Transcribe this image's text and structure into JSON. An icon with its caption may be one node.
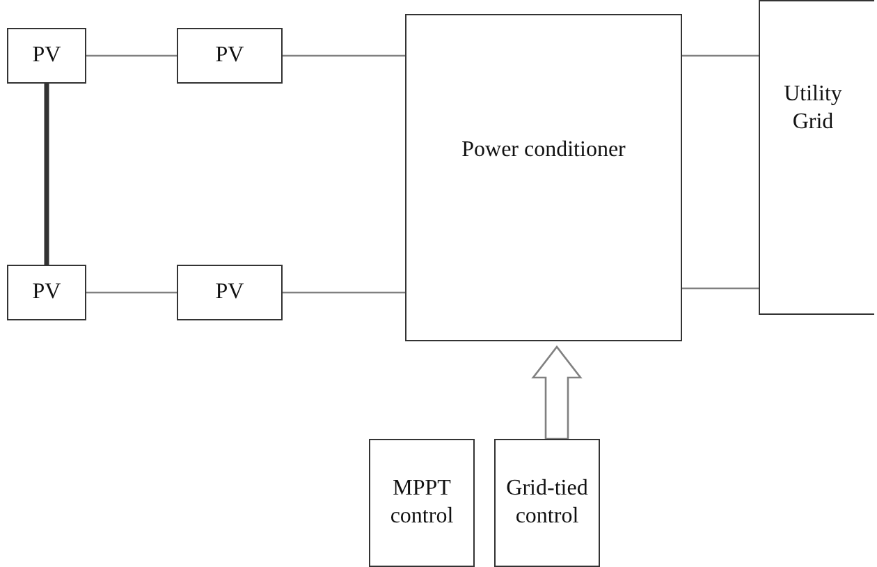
{
  "diagram": {
    "nodes": [
      {
        "text": [
          "PV"
        ]
      },
      {
        "text": [
          "PV"
        ]
      },
      {
        "text": [
          "PV"
        ]
      },
      {
        "text": [
          "PV"
        ]
      },
      {
        "text": [
          "Power conditioner"
        ]
      },
      {
        "text": [
          "Utility Grid"
        ]
      },
      {
        "text": [
          "MPPT control"
        ]
      },
      {
        "text": [
          "Grid-tied control"
        ]
      }
    ],
    "edges": [
      {
        "from": 0,
        "to": 1,
        "arrow": "none"
      },
      {
        "from": 0,
        "to": 2,
        "arrow": "none",
        "style": "thick"
      },
      {
        "from": 2,
        "to": 3,
        "arrow": "none"
      },
      {
        "from": 1,
        "to": 4,
        "arrow": "none"
      },
      {
        "from": 3,
        "to": 4,
        "arrow": "none"
      },
      {
        "from": 4,
        "to": 5,
        "arrow": "none"
      },
      {
        "from": 4,
        "to": 5,
        "arrow": "none"
      },
      {
        "from": 6,
        "to": 4,
        "arrow": "to"
      },
      {
        "from": 7,
        "to": 4,
        "arrow": "to"
      }
    ]
  }
}
